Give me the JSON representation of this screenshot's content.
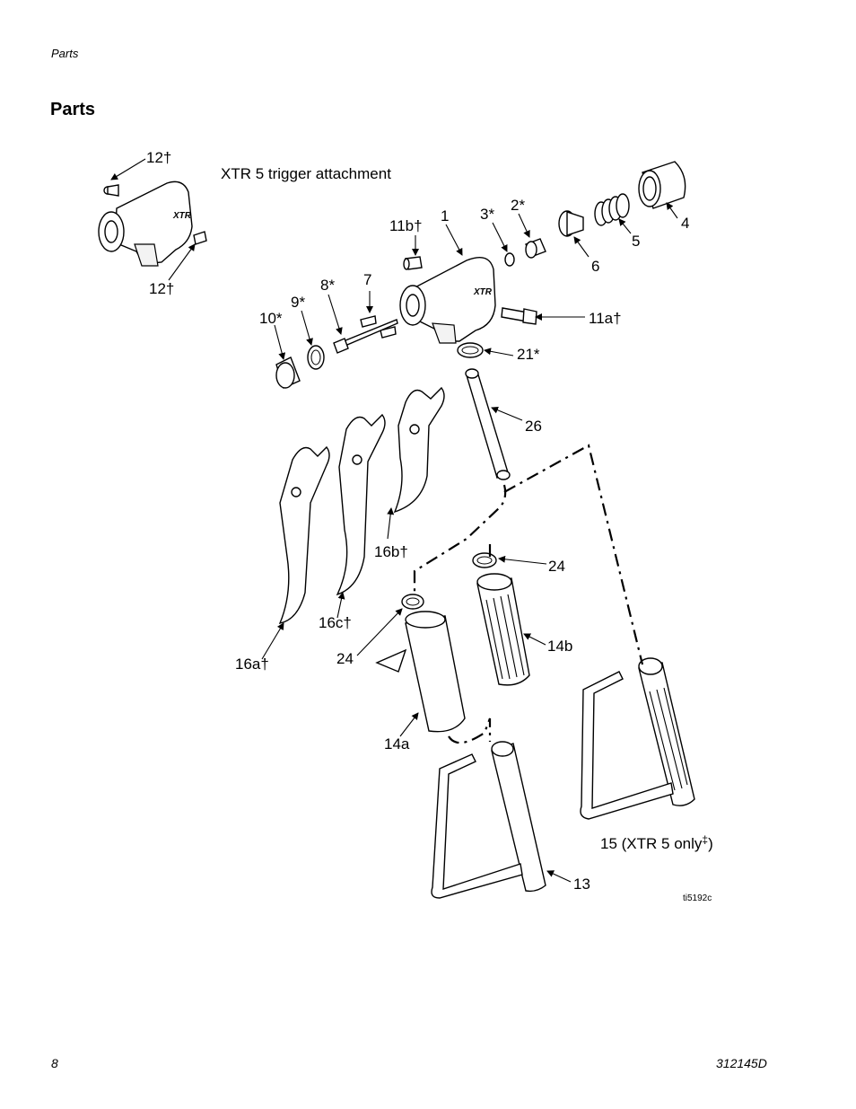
{
  "page": {
    "running_header": "Parts",
    "section_title": "Parts",
    "page_number": "8",
    "doc_number": "312145D"
  },
  "diagram": {
    "attachment_caption": "XTR 5 trigger attachment",
    "figure_id": "ti5192c",
    "labels": {
      "p12_top": "12†",
      "p12_bot": "12†",
      "p1": "1",
      "p2": "2*",
      "p3": "3*",
      "p4": "4",
      "p5": "5",
      "p6": "6",
      "p7": "7",
      "p8": "8*",
      "p9": "9*",
      "p10": "10*",
      "p11a": "11a†",
      "p11b": "11b†",
      "p13": "13",
      "p14a": "14a",
      "p14b": "14b",
      "p15": "15 (XTR 5 only",
      "p15_mark": "‡",
      "p15_close": ")",
      "p16a": "16a†",
      "p16b": "16b†",
      "p16c": "16c†",
      "p21": "21*",
      "p24_top": "24",
      "p24_left": "24",
      "p26": "26"
    }
  }
}
